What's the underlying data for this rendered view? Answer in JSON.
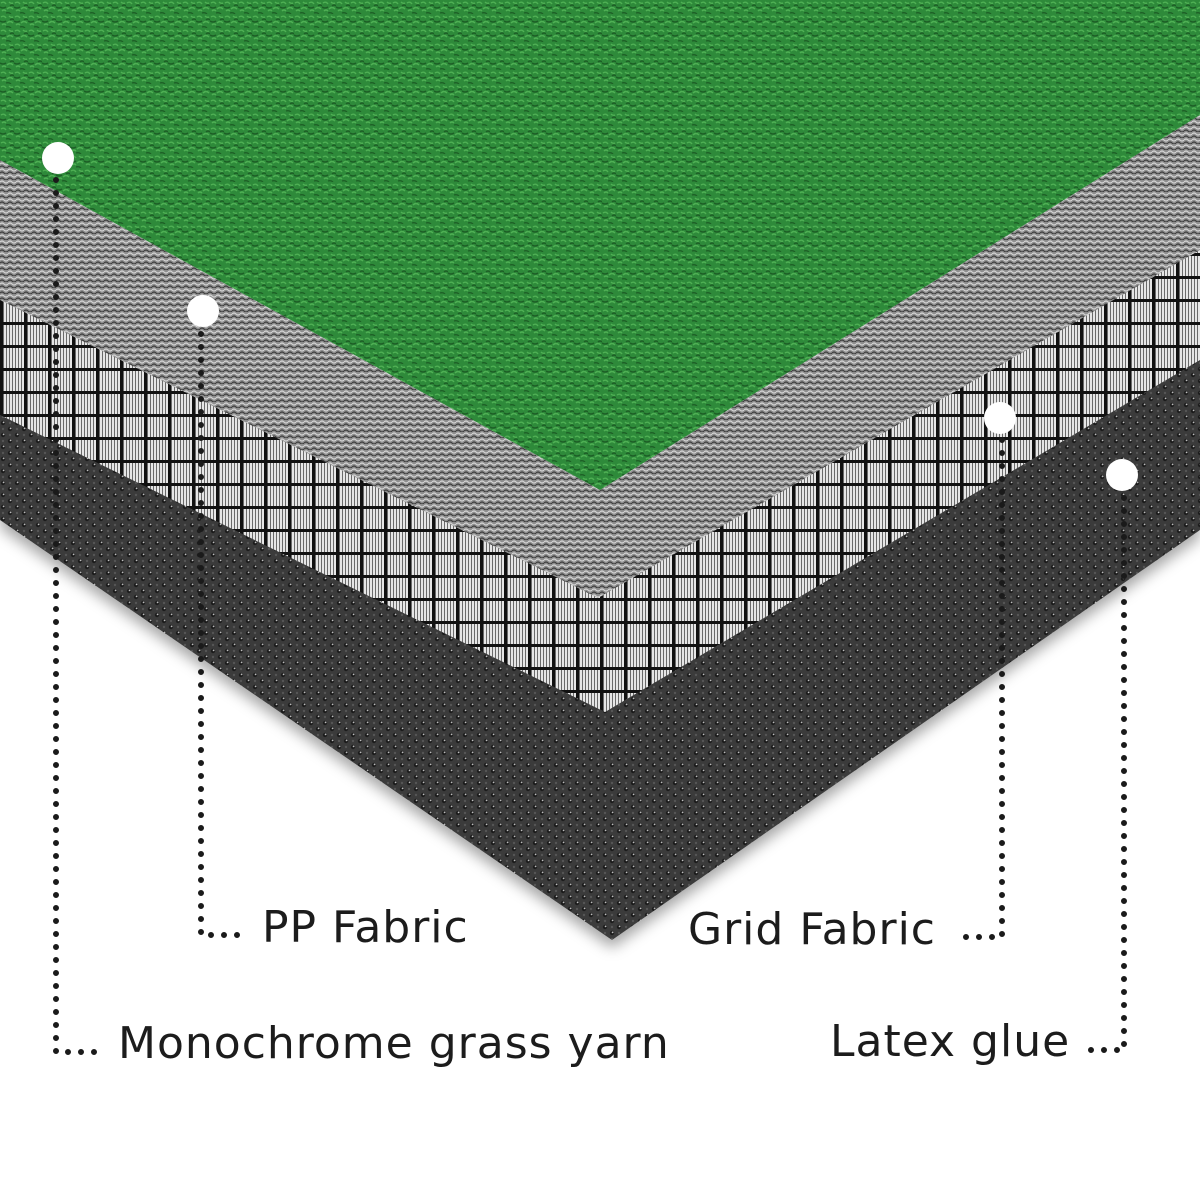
{
  "diagram": {
    "type": "layered-material-cross-section",
    "subject": "artificial grass mat layers",
    "colors": {
      "grass": "#2e8a3a",
      "grass_dark": "#1d5e26",
      "grass_light": "#4fb054",
      "pp_fabric": "#8e8e8e",
      "grid_background": "#d8d8d8",
      "grid_lines": "#111111",
      "latex": "#3a3a3a",
      "marker": "#ffffff",
      "leader": "#1a1a1a",
      "text": "#1c1c1c"
    },
    "layers": [
      {
        "id": "grass",
        "name": "Monochrome grass yarn",
        "marker": [
          58,
          158
        ]
      },
      {
        "id": "pp",
        "name": "PP Fabric",
        "marker": [
          203,
          311
        ]
      },
      {
        "id": "grid",
        "name": "Grid Fabric",
        "marker": [
          1000,
          418
        ]
      },
      {
        "id": "latex",
        "name": "Latex glue",
        "marker": [
          1122,
          475
        ]
      }
    ]
  },
  "labels": {
    "pp_fabric": "PP Fabric",
    "grid_fabric": "Grid Fabric",
    "monochrome": "Monochrome grass yarn",
    "latex": "Latex glue"
  }
}
